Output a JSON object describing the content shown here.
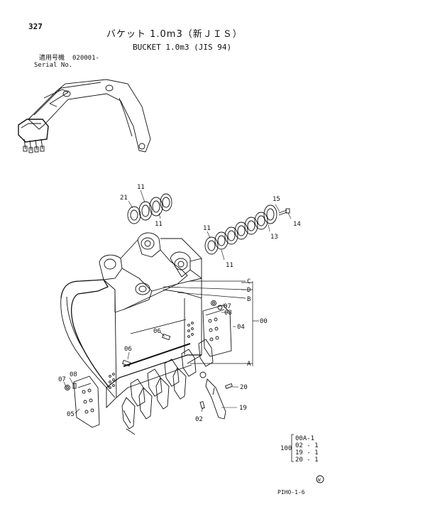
{
  "page": {
    "number": "327",
    "title_ja": "バケット 1.0m3（新ＪＩＳ）",
    "title_en": "BUCKET 1.0m3 (JIS 94)",
    "serial_label_ja": "適用号機",
    "serial_value": "020001-",
    "serial_label_en": "Serial No.",
    "footer_code": "PIHO-1-6"
  },
  "callouts": {
    "c21": "21",
    "c11_top": "11",
    "c11_mid": "11",
    "c11_left": "11",
    "c11_low": "11",
    "c15": "15",
    "c14": "14",
    "c13": "13",
    "cC": "C",
    "cD": "D",
    "cB": "B",
    "c00": "00",
    "cA": "A",
    "c07_r": "07",
    "c08_r": "08",
    "c04": "04",
    "c06_a": "06",
    "c06_b": "06",
    "c08_l": "08",
    "c07_l": "07",
    "c05": "05",
    "c20": "20",
    "c19": "19",
    "c02": "02"
  },
  "assembly_table": {
    "group": "100",
    "items": [
      "00A-1",
      "02 - 1",
      "19 - 1",
      "20 - 1"
    ]
  },
  "symbol": {
    "wm": "W"
  }
}
